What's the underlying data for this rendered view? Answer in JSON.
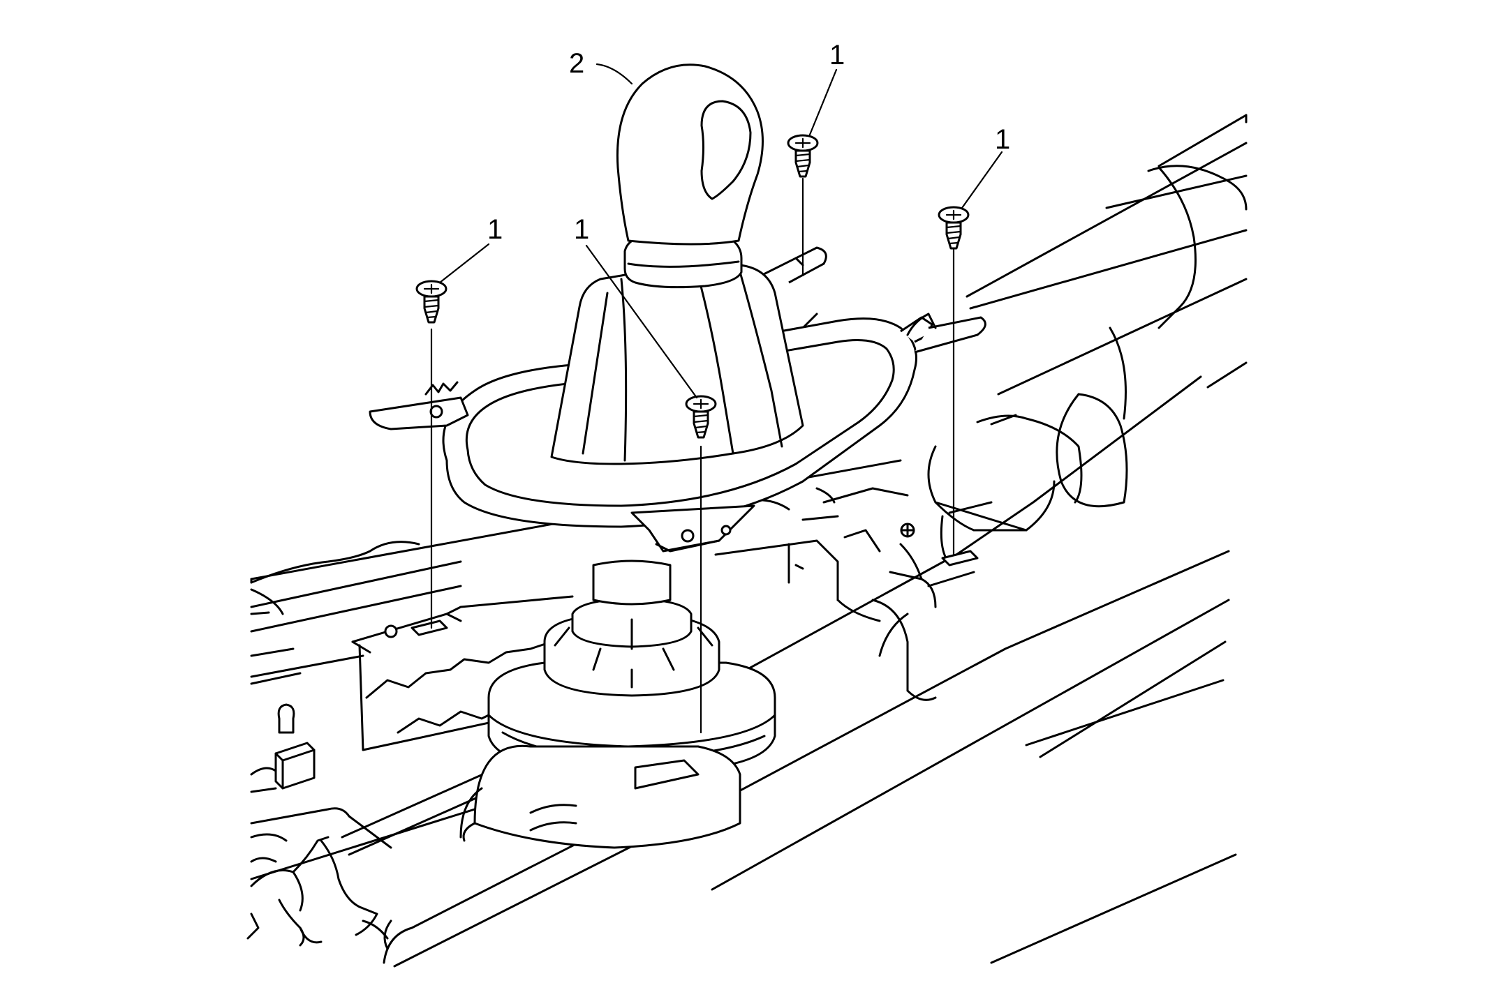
{
  "diagram": {
    "callouts": [
      {
        "id": "c2",
        "label": "2",
        "part": "shift-knob-and-boot"
      },
      {
        "id": "c1a",
        "label": "1",
        "part": "screw"
      },
      {
        "id": "c1b",
        "label": "1",
        "part": "screw"
      },
      {
        "id": "c1c",
        "label": "1",
        "part": "screw"
      },
      {
        "id": "c1d",
        "label": "1",
        "part": "screw"
      }
    ]
  }
}
